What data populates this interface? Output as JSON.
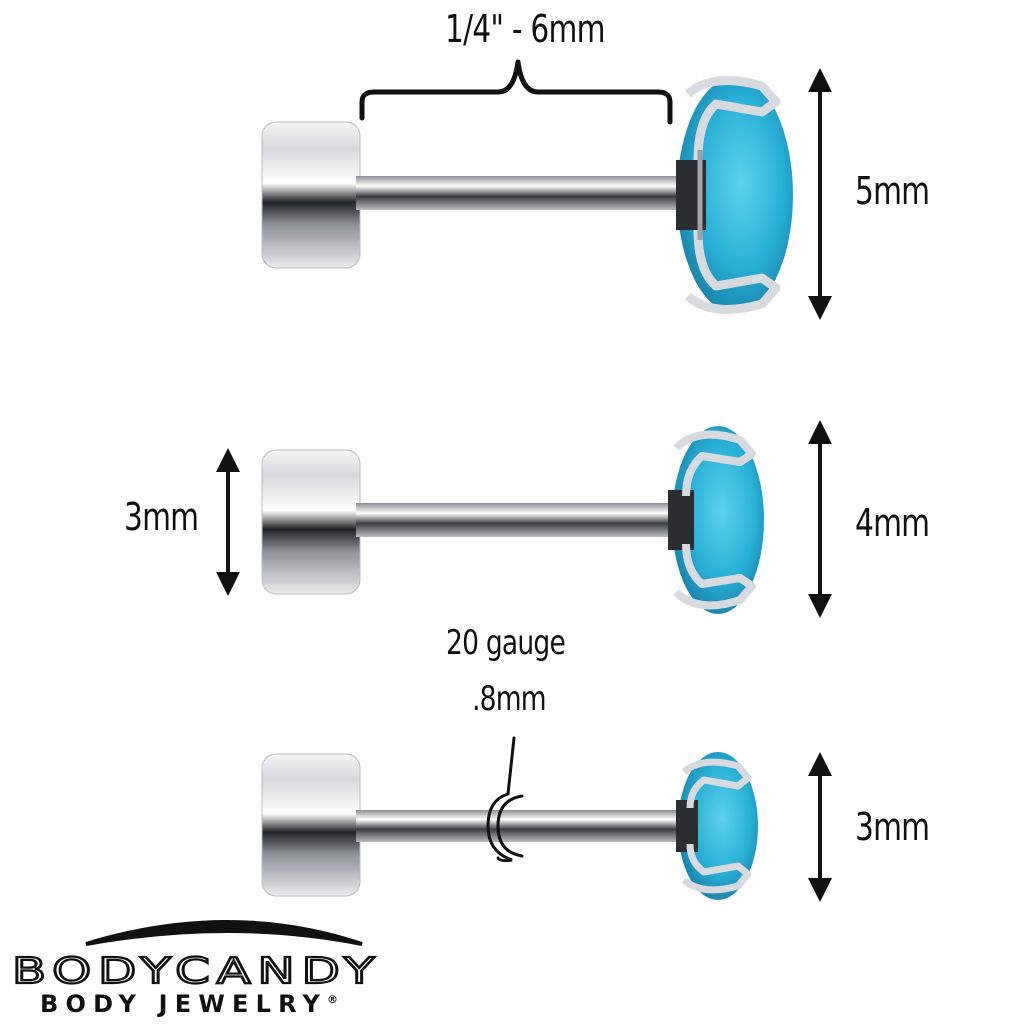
{
  "dimensions": {
    "post_length": "1/4\" - 6mm",
    "top_gem_size": "5mm",
    "middle_gem_size": "4mm",
    "bottom_gem_size": "3mm",
    "disc_size": "3mm",
    "gauge_line1": "20 gauge",
    "gauge_line2": ".8mm"
  },
  "brand": {
    "name": "BODYCANDY",
    "tagline": "BODY JEWELRY",
    "registered_mark": "®"
  },
  "colors": {
    "gem": "#2eb8d8",
    "gem_dark": "#1a7fa6",
    "metal": "#c9ccd1",
    "metal_dark": "#6d7178",
    "ink": "#111111"
  }
}
